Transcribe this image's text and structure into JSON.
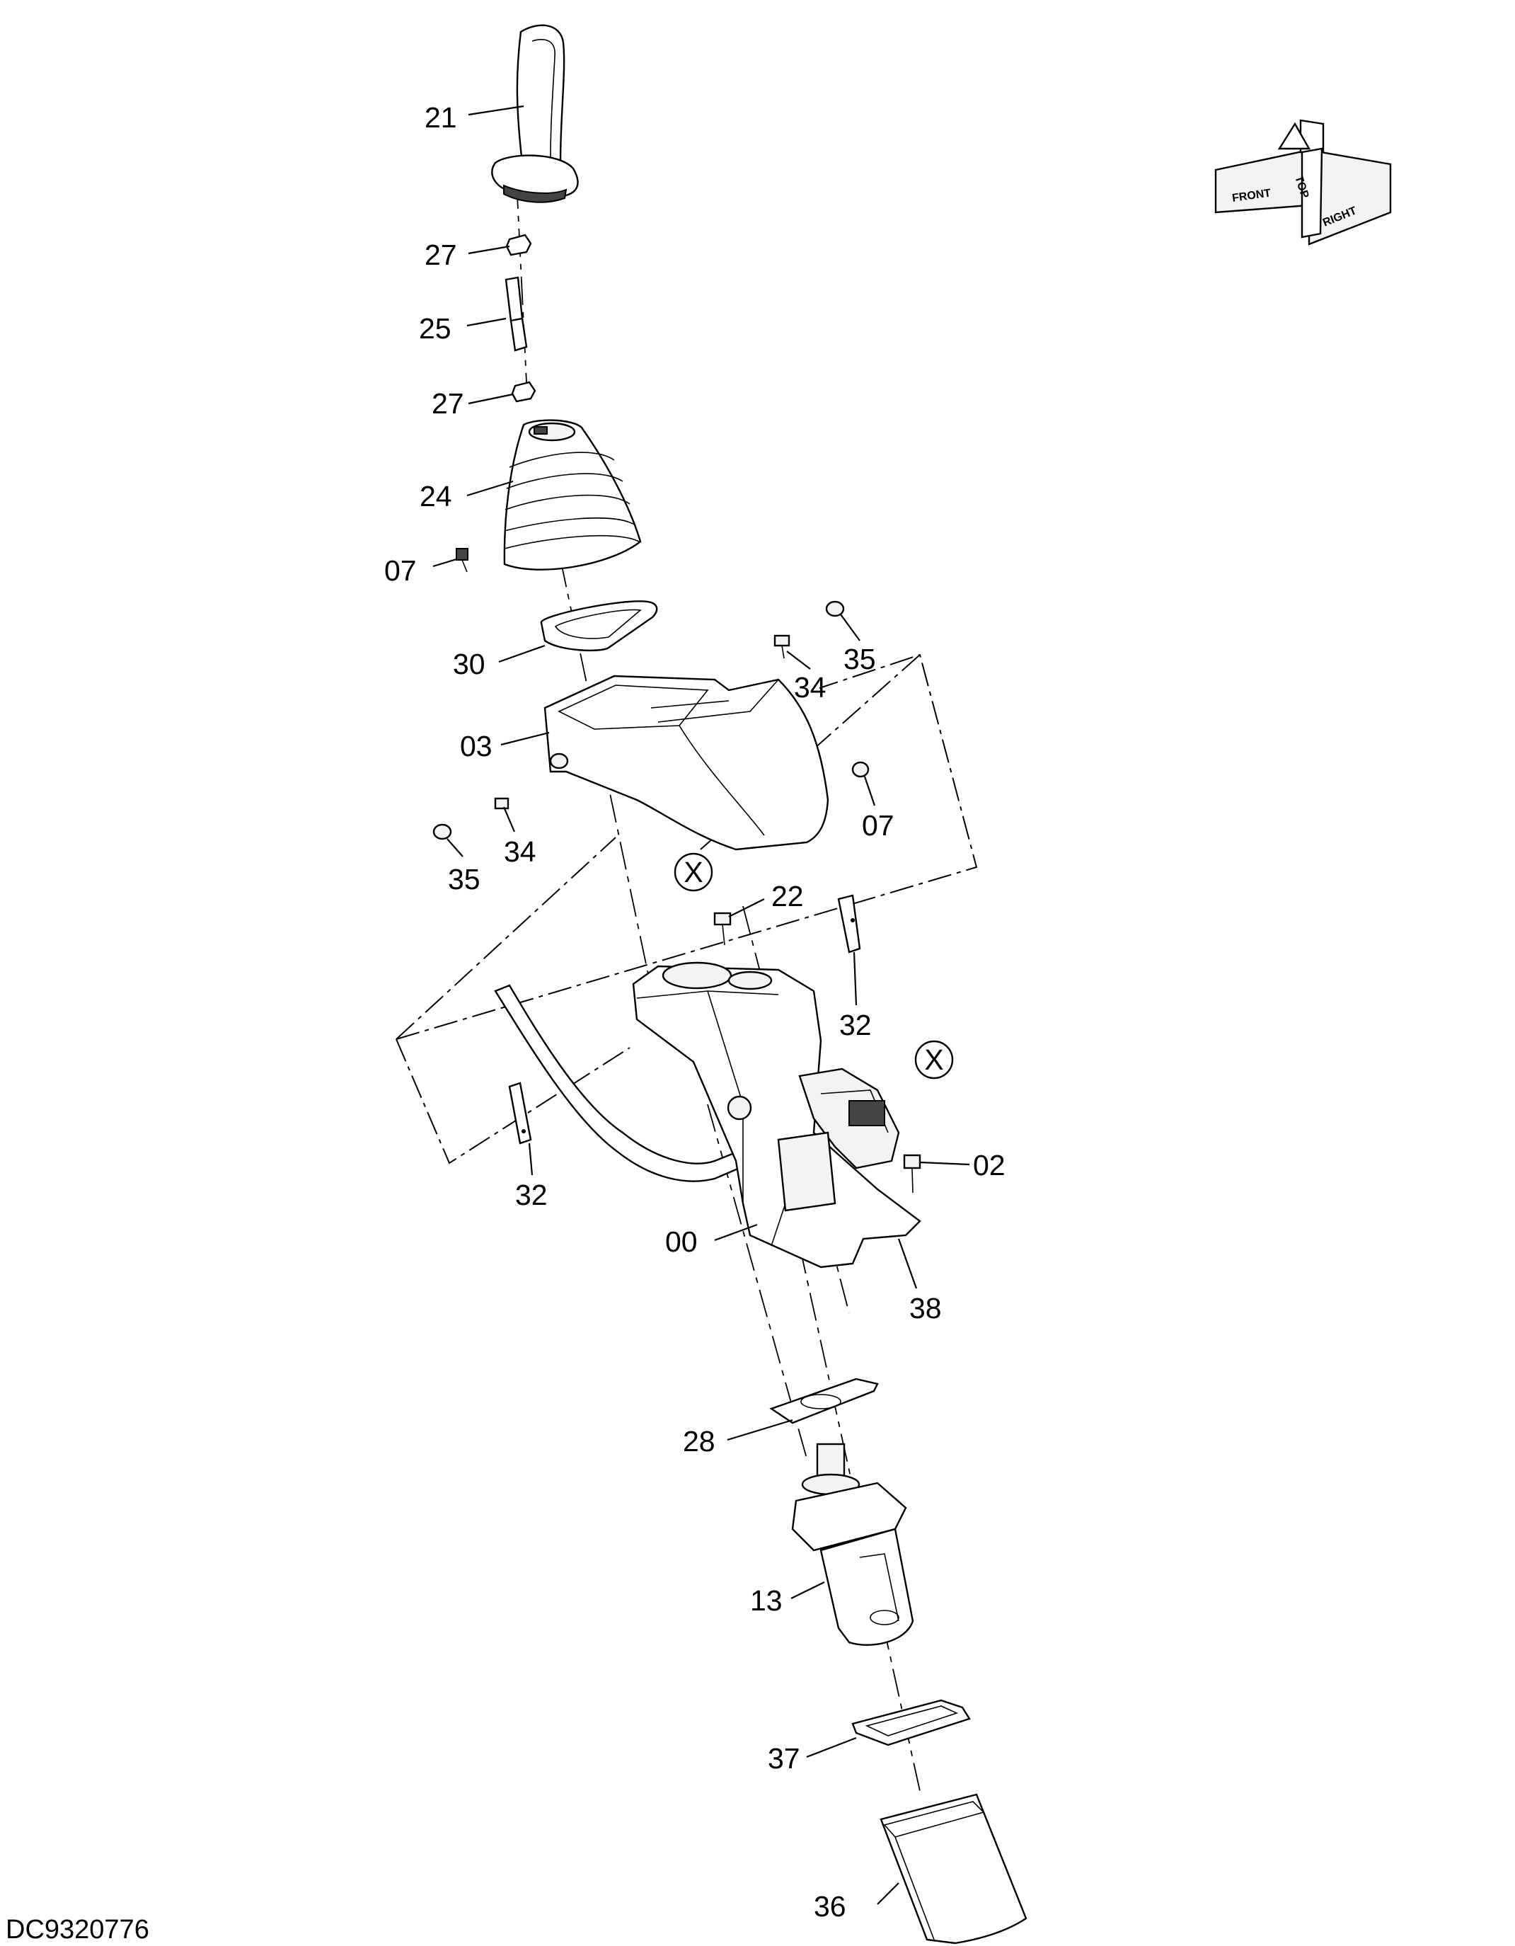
{
  "drawing_id": "DC9320776",
  "orientation_indicator": {
    "labels": [
      "FRONT",
      "TOP",
      "RIGHT"
    ],
    "icon": "orientation-arrows-icon"
  },
  "reference_markers": [
    "X",
    "X"
  ],
  "callouts": {
    "c21": "21",
    "c27a": "27",
    "c25": "25",
    "c27b": "27",
    "c24": "24",
    "c07a": "07",
    "c30": "30",
    "c34a": "34",
    "c35a": "35",
    "c03": "03",
    "c07b": "07",
    "c34b": "34",
    "c35b": "35",
    "c22": "22",
    "c32a": "32",
    "c32b": "32",
    "c02": "02",
    "c00": "00",
    "c38": "38",
    "c28": "28",
    "c13": "13",
    "c37": "37",
    "c36": "36"
  }
}
